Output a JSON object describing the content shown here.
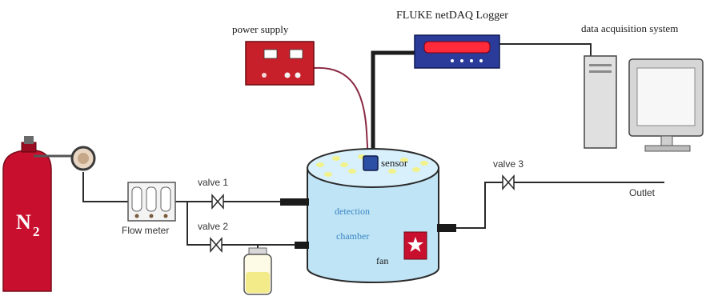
{
  "labels": {
    "power_supply": "power supply",
    "logger": "FLUKE netDAQ Logger",
    "daq_system": "data acquisition system",
    "sensor": "sensor",
    "valve1": "valve 1",
    "valve2": "valve 2",
    "valve3": "valve 3",
    "outlet": "Outlet",
    "flow_meter": "Flow meter",
    "detection": "detection",
    "chamber": "chamber",
    "fan": "fan",
    "gas_letter": "N",
    "gas_sub": "2"
  },
  "colors": {
    "cylinder_red": "#c8102e",
    "power_red": "#c8202a",
    "logger_blue": "#2a3b9a",
    "logger_display": "#ff2a3a",
    "chamber_fill": "#bfe4f5",
    "chamber_stroke": "#2a2a2a",
    "sensor_blue": "#2c4fa6",
    "fan_red": "#c8102e",
    "bubbler_yellow": "#f3ea8a"
  },
  "icons": {
    "gas_cylinder": "gas-cylinder-icon",
    "pressure_gauge": "pressure-gauge-icon",
    "flow_meter": "flow-meter-icon",
    "valve": "valve-icon",
    "power_supply": "power-supply-icon",
    "logger": "data-logger-icon",
    "computer": "computer-icon",
    "fan": "fan-icon",
    "sensor": "sensor-icon",
    "bubbler": "bubbler-icon"
  }
}
